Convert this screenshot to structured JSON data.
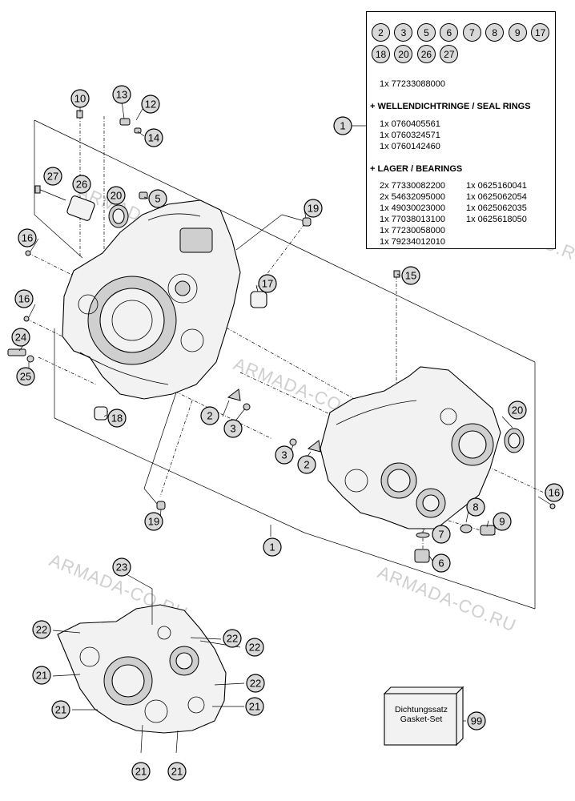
{
  "watermark": "ARMADA-CO.RU",
  "parts_list": {
    "badges": [
      "2",
      "3",
      "5",
      "6",
      "7",
      "8",
      "9",
      "17",
      "18",
      "20",
      "26",
      "27"
    ],
    "main_part": "1x 77233088000",
    "seal_heading": "+ WELLENDICHTRINGE / SEAL RINGS",
    "seals": [
      "1x 0760405561",
      "1x 0760324571",
      "1x 0760142460"
    ],
    "bearing_heading": "+ LAGER / BEARINGS",
    "bearings_left": [
      "2x 77330082200",
      "2x 54632095000",
      "1x 49030023000",
      "1x 77038013100",
      "1x 77230058000",
      "1x 79234012010"
    ],
    "bearings_right": [
      "1x 0625160041",
      "1x 0625062054",
      "1x 0625062035",
      "1x 0625618050"
    ]
  },
  "gasket_kit": {
    "label_de": "Dichtungssatz",
    "label_en": "Gasket-Set",
    "number": "99"
  },
  "callouts": {
    "c1_box": "1",
    "c1_bottom": "1",
    "c2_left": "2",
    "c2_right": "2",
    "c3_left": "3",
    "c3_right": "3",
    "c5": "5",
    "c6": "6",
    "c7": "7",
    "c8": "8",
    "c9": "9",
    "c10": "10",
    "c12": "12",
    "c13": "13",
    "c14": "14",
    "c15": "15",
    "c16_top": "16",
    "c16_mid": "16",
    "c16_right": "16",
    "c17": "17",
    "c18": "18",
    "c19_top": "19",
    "c19_bottom": "19",
    "c20_left": "20",
    "c20_right": "20",
    "c21_a": "21",
    "c21_b": "21",
    "c21_c": "21",
    "c21_d": "21",
    "c21_e": "21",
    "c22_a": "22",
    "c22_b": "22",
    "c22_c": "22",
    "c22_d": "22",
    "c23": "23",
    "c24": "24",
    "c25": "25",
    "c26": "26",
    "c27": "27"
  }
}
